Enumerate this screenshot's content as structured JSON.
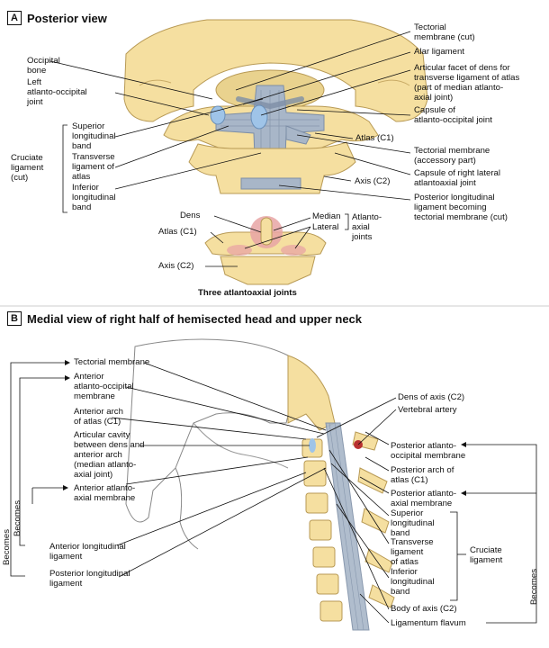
{
  "panel_a": {
    "letter": "A",
    "title": "Posterior view",
    "labels": {
      "occipital_bone": "Occipital\nbone",
      "left_atlanto_occipital_joint": "Left\natlanto-occipital\njoint",
      "superior_longitudinal_band": "Superior\nlongitudinal\nband",
      "transverse_ligament": "Transverse\nligament of\natlas",
      "inferior_longitudinal_band": "Inferior\nlongitudinal\nband",
      "cruciate_ligament": "Cruciate\nligament\n(cut)",
      "tectorial_membrane_cut": "Tectorial\nmembrane (cut)",
      "alar_ligament": "Alar ligament",
      "articular_facet": "Articular facet of dens for\ntransverse ligament of atlas\n(part of median atlanto-\naxial joint)",
      "capsule_atlanto_occipital": "Capsule of\natlanto-occipital joint",
      "atlas_c1": "Atlas (C1)",
      "tectorial_accessory": "Tectorial membrane\n(accessory part)",
      "capsule_lateral_atlantoaxial": "Capsule of right lateral\natlantoaxial joint",
      "axis_c2": "Axis (C2)",
      "posterior_longitudinal_becoming": "Posterior longitudinal\nligament becoming\ntectorial membrane (cut)"
    },
    "inset": {
      "dens": "Dens",
      "atlas_c1": "Atlas (C1)",
      "axis_c2": "Axis (C2)",
      "median": "Median",
      "lateral": "Lateral",
      "atlanto_axial_joints": "Atlanto-\naxial\njoints",
      "caption": "Three atlantoaxial joints"
    }
  },
  "panel_b": {
    "letter": "B",
    "title": "Medial view of right half of hemisected head and upper neck",
    "labels": {
      "tectorial_membrane": "Tectorial membrane",
      "anterior_atlanto_occipital": "Anterior\natlanto-occipital\nmembrane",
      "anterior_arch_atlas": "Anterior arch\nof atlas (C1)",
      "articular_cavity": "Articular cavity\nbetween dens and\nanterior arch\n(median atlanto-\naxial joint)",
      "anterior_atlanto_axial": "Anterior atlanto-\naxial membrane",
      "anterior_longitudinal": "Anterior longitudinal\nligament",
      "posterior_longitudinal": "Posterior longitudinal\nligament",
      "dens_of_axis": "Dens of axis (C2)",
      "vertebral_artery": "Vertebral artery",
      "posterior_atlanto_occipital": "Posterior atlanto-\noccipital membrane",
      "posterior_arch_atlas": "Posterior arch of\natlas (C1)",
      "posterior_atlanto_axial": "Posterior atlanto-\naxial membrane",
      "superior_longitudinal_band": "Superior\nlongitudinal\nband",
      "transverse_ligament": "Transverse\nligament\nof atlas",
      "inferior_longitudinal_band": "Inferior\nlongitudinal\nband",
      "cruciate_ligament": "Cruciate\nligament",
      "body_of_axis": "Body of axis (C2)",
      "ligamentum_flavum": "Ligamentum flavum",
      "becomes": "Becomes"
    }
  },
  "colors": {
    "bone": "#f5dfa0",
    "bone_outline": "#b89a55",
    "ligament": "#a8b6c8",
    "joint": "#e8a4a4",
    "cavity": "#9fc4e8",
    "line": "#111111"
  }
}
